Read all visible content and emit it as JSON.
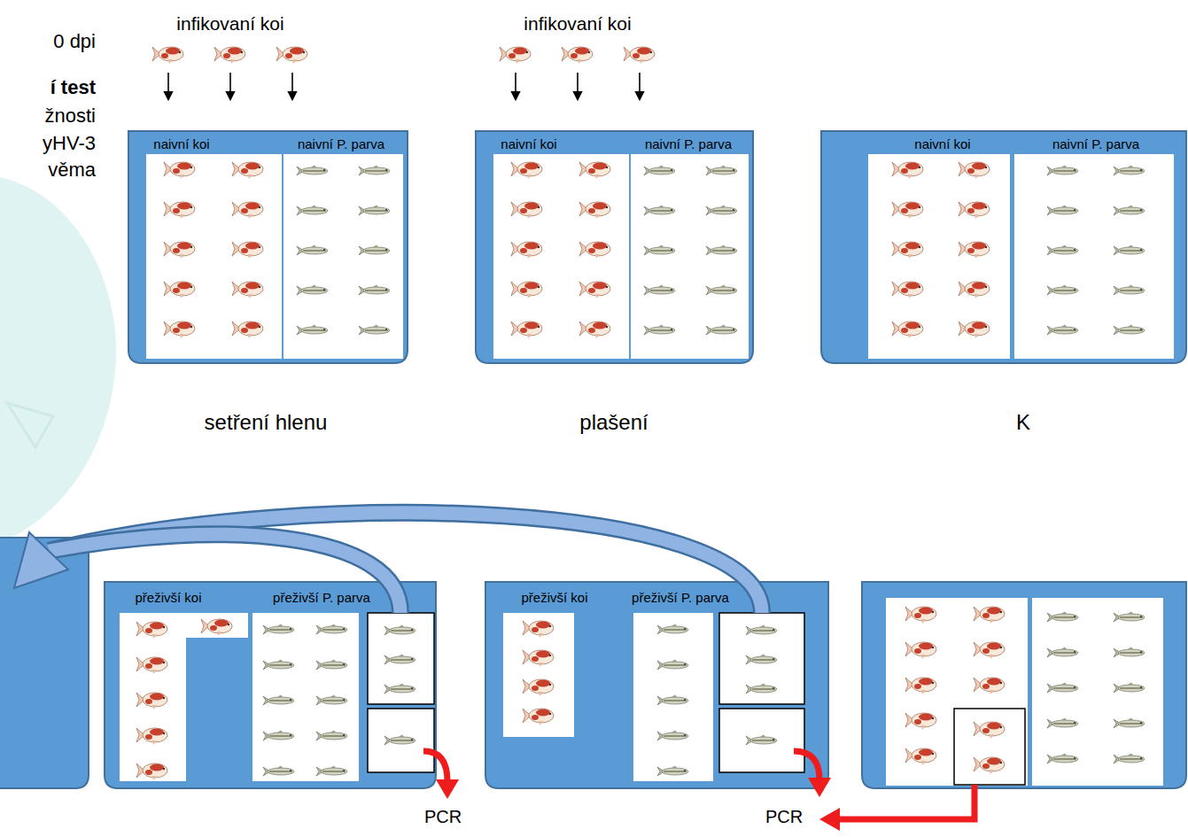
{
  "diagram": {
    "nodes": [
      {
        "text": [
          "naivní koi",
          "naivní P. parva"
        ]
      },
      {
        "text": [
          "naivní koi",
          "naivní P. parva"
        ]
      },
      {
        "text": [
          "naivní koi",
          "naivní P. parva"
        ]
      },
      {
        "text": [
          "přeživší koi",
          "přeživší P. parva"
        ]
      },
      {
        "text": [
          "přeživší koi",
          "přeživší P. parva"
        ]
      }
    ],
    "labels": [
      "0 dpi",
      "í test",
      "žnosti",
      "yHV-3",
      "věma",
      "infikovaní koi",
      "infikovaní koi",
      "setření hlenu",
      "plašení",
      "K",
      "PCR",
      "PCR"
    ]
  }
}
